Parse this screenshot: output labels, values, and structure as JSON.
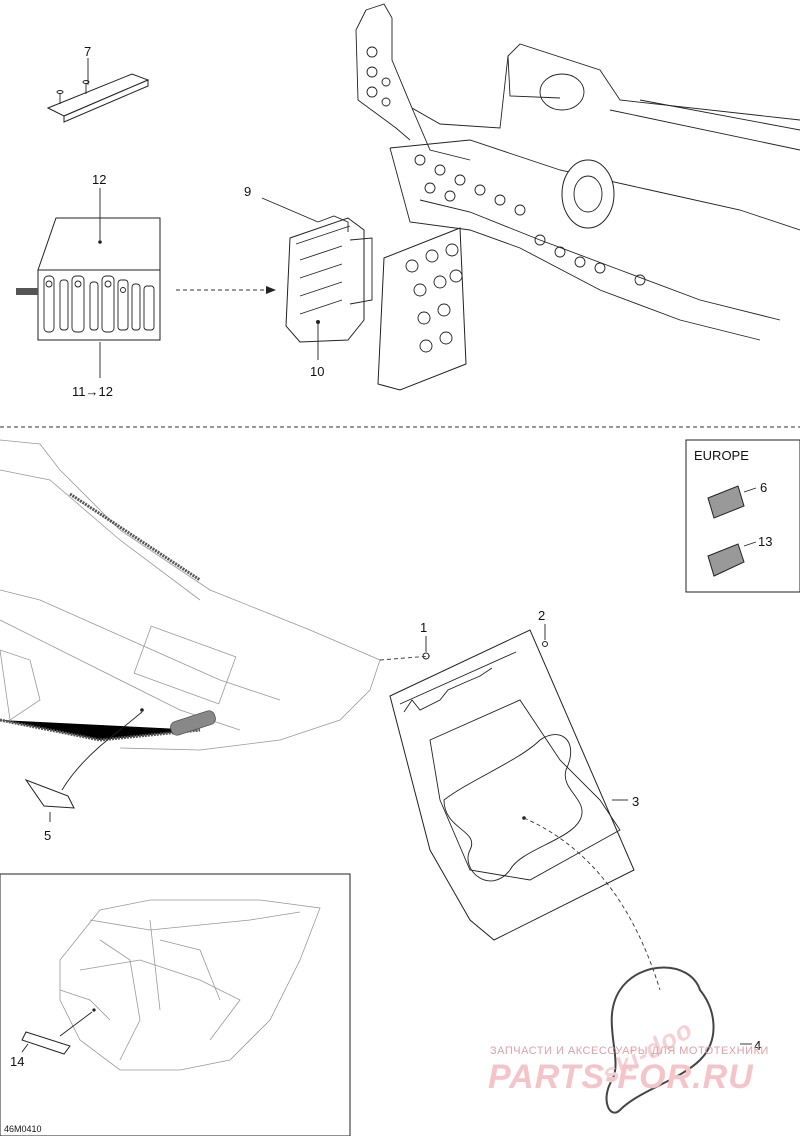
{
  "diagram": {
    "callouts": {
      "c1": "1",
      "c2": "2",
      "c3": "3",
      "c4": "4",
      "c5": "5",
      "c6": "6",
      "c7": "7",
      "c9": "9",
      "c10": "10",
      "c11_12": "11→12",
      "c12": "12",
      "c13": "13",
      "c14": "14"
    },
    "europe_box_label": "EUROPE",
    "drawing_code": "46M0410"
  },
  "watermark": {
    "line1": "ЗАПЧАСТИ И АКСЕССУАРЫ ДЛЯ МОТОТЕХНИКИ",
    "line2": "PARTS-FOR.RU",
    "logo_text": "ski-doo"
  },
  "colors": {
    "line": "#222222",
    "watermark_text": "#e0a0a8",
    "watermark_big": "#f4c4c8"
  }
}
